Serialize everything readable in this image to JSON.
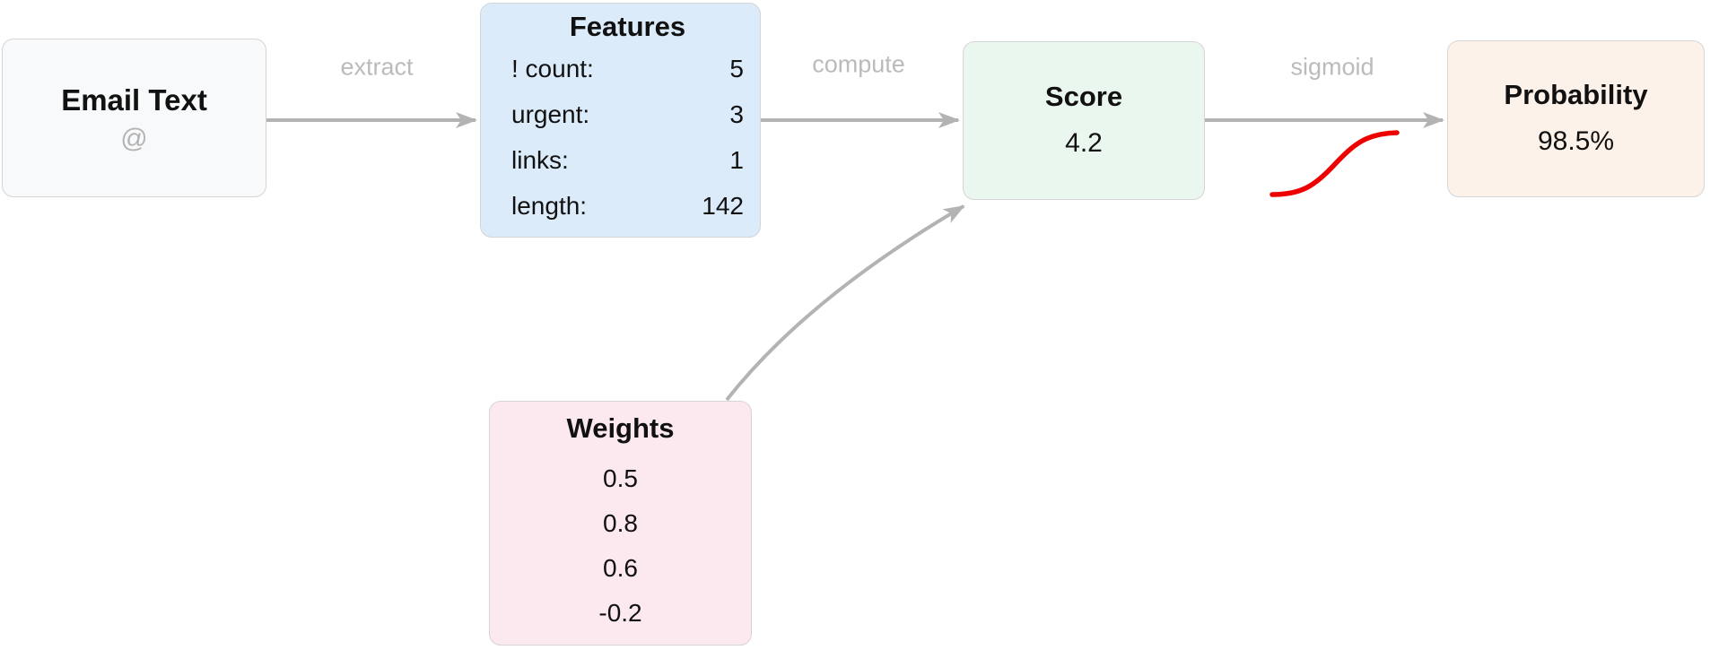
{
  "nodes": {
    "email": {
      "title": "Email Text",
      "symbol": "@"
    },
    "features": {
      "title": "Features",
      "rows": [
        {
          "label": "! count:",
          "value": "5"
        },
        {
          "label": "urgent:",
          "value": "3"
        },
        {
          "label": "links:",
          "value": "1"
        },
        {
          "label": "length:",
          "value": "142"
        }
      ]
    },
    "score": {
      "title": "Score",
      "value": "4.2"
    },
    "probability": {
      "title": "Probability",
      "value": "98.5%"
    },
    "weights": {
      "title": "Weights",
      "values": [
        "0.5",
        "0.8",
        "0.6",
        "-0.2"
      ]
    }
  },
  "edges": {
    "extract": {
      "label": "extract",
      "from": "email",
      "to": "features"
    },
    "compute": {
      "label": "compute",
      "from": "features",
      "to": "score"
    },
    "sigmoid": {
      "label": "sigmoid",
      "from": "score",
      "to": "probability"
    },
    "weights_to_score": {
      "label": "",
      "from": "weights",
      "to": "score"
    }
  },
  "colors": {
    "email_fill": "#f8f9fa",
    "features_fill": "#dcebfa",
    "score_fill": "#eaf7ee",
    "probability_fill": "#fdf2ea",
    "weights_fill": "#fce8ef",
    "node_border": "#d5d5d5",
    "arrow": "#b3b3b3",
    "edge_label": "#bbbbbb",
    "sigmoid_curve": "#ee0000"
  }
}
